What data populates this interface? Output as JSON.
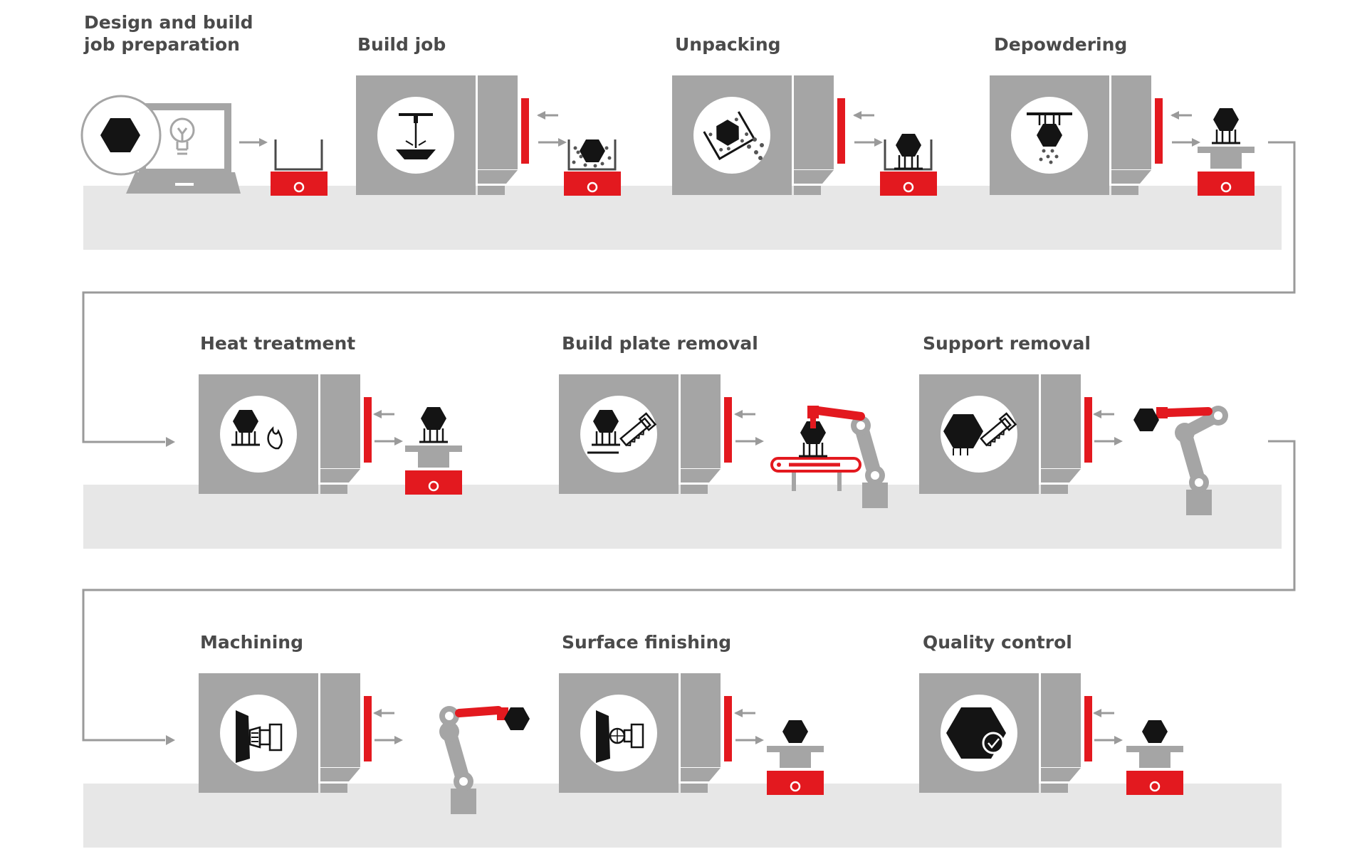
{
  "steps": [
    {
      "id": "design",
      "line1": "Design and build",
      "line2": "job preparation"
    },
    {
      "id": "build-job",
      "line1": "Build job"
    },
    {
      "id": "unpacking",
      "line1": "Unpacking"
    },
    {
      "id": "depowdering",
      "line1": "Depowdering"
    },
    {
      "id": "heat-treatment",
      "line1": "Heat treatment"
    },
    {
      "id": "build-plate-removal",
      "line1": "Build plate removal"
    },
    {
      "id": "support-removal",
      "line1": "Support removal"
    },
    {
      "id": "machining",
      "line1": "Machining"
    },
    {
      "id": "surface-finishing",
      "line1": "Surface finishing"
    },
    {
      "id": "quality-control",
      "line1": "Quality control"
    }
  ],
  "colors": {
    "machine": "#a5a5a5",
    "floor": "#e7e7e7",
    "accent": "#e3191f",
    "part": "#141414",
    "arrow": "#9a9a9a",
    "text": "#4a4a4a"
  },
  "icons": {
    "design": "laptop-lightbulb-icon",
    "build-job": "printer-nozzle-icon",
    "unpacking": "powder-unpack-icon",
    "depowdering": "powder-drop-icon",
    "heat-treatment": "flame-icon",
    "build-plate-removal": "saw-plate-icon",
    "support-removal": "saw-support-icon",
    "machining": "milling-tool-icon",
    "surface-finishing": "finishing-tool-icon",
    "quality-control": "check-badge-icon"
  }
}
